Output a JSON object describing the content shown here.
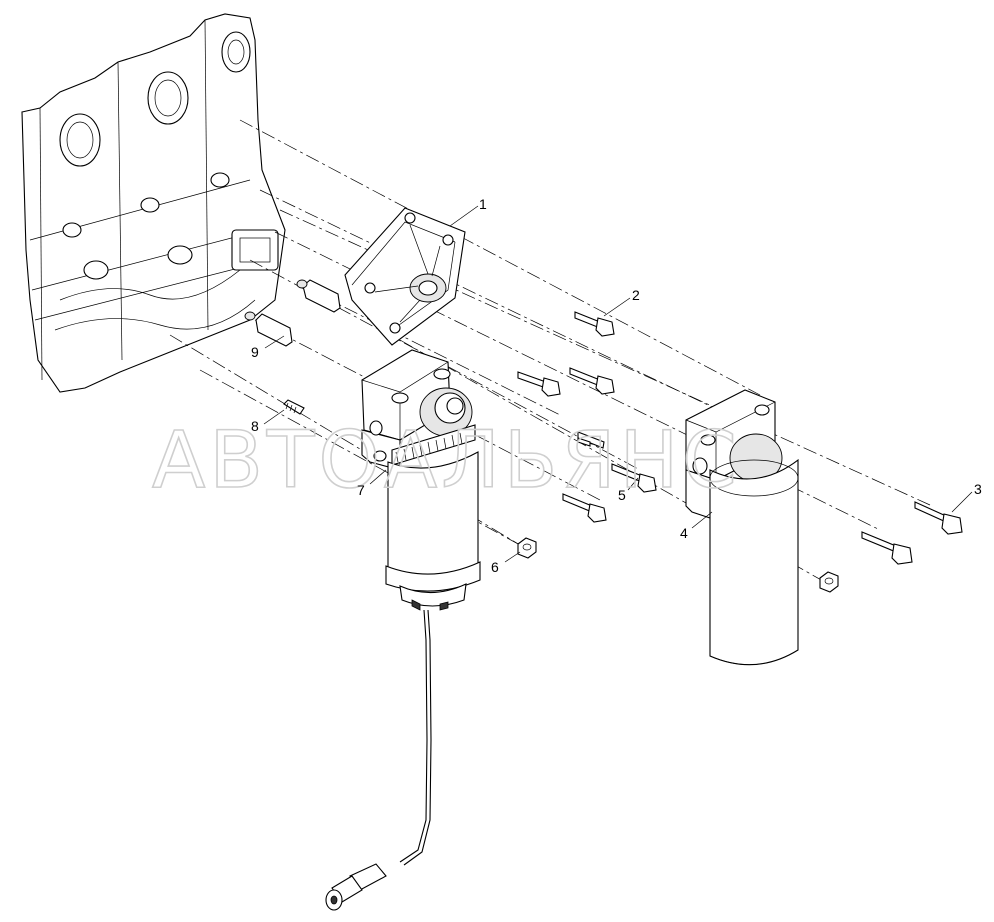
{
  "watermark": "АВТОАЛЬЯНС",
  "callouts": [
    "1",
    "2",
    "3",
    "4",
    "5",
    "6",
    "7",
    "8",
    "9"
  ],
  "parts": {
    "p1": "engine-bracket",
    "p2": "bolt",
    "p3": "bolt",
    "p4": "filter-assembly-right",
    "p5": "bolt",
    "p6": "nut",
    "p7": "fuel-filter-with-sensor",
    "p8": "stud",
    "p9": "spacer"
  },
  "colors": {
    "line": "#000000",
    "watermark": "#cfcfcf",
    "background": "#ffffff"
  }
}
